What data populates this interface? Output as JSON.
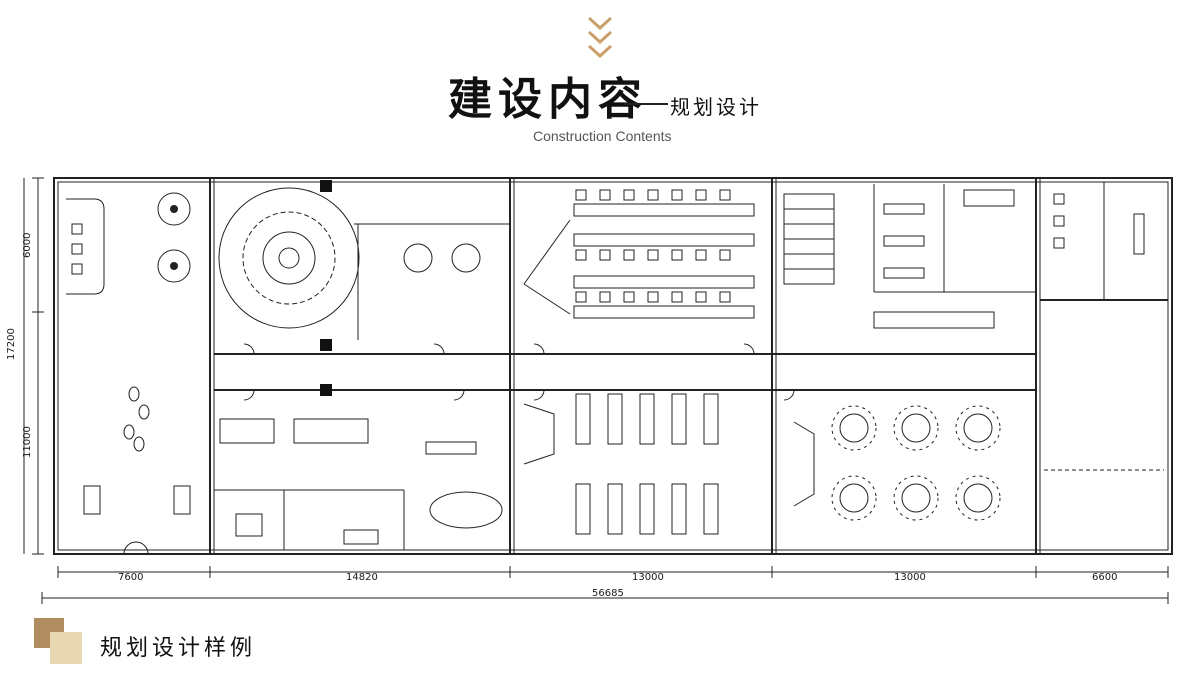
{
  "header": {
    "title_main": "建设内容",
    "title_sub": "规划设计",
    "title_en": "Construction Contents",
    "accent_color": "#c9a06a"
  },
  "plan": {
    "dimension_total": "56685",
    "dimension_segments": [
      "7600",
      "14820",
      "13000",
      "13000",
      "6600"
    ],
    "dimension_height_total": "17200",
    "dimension_height_segments": [
      "6000",
      "11000"
    ]
  },
  "footer": {
    "label": "规划设计样例",
    "square_colors": [
      "#b08c61",
      "#e8d8b2"
    ]
  }
}
